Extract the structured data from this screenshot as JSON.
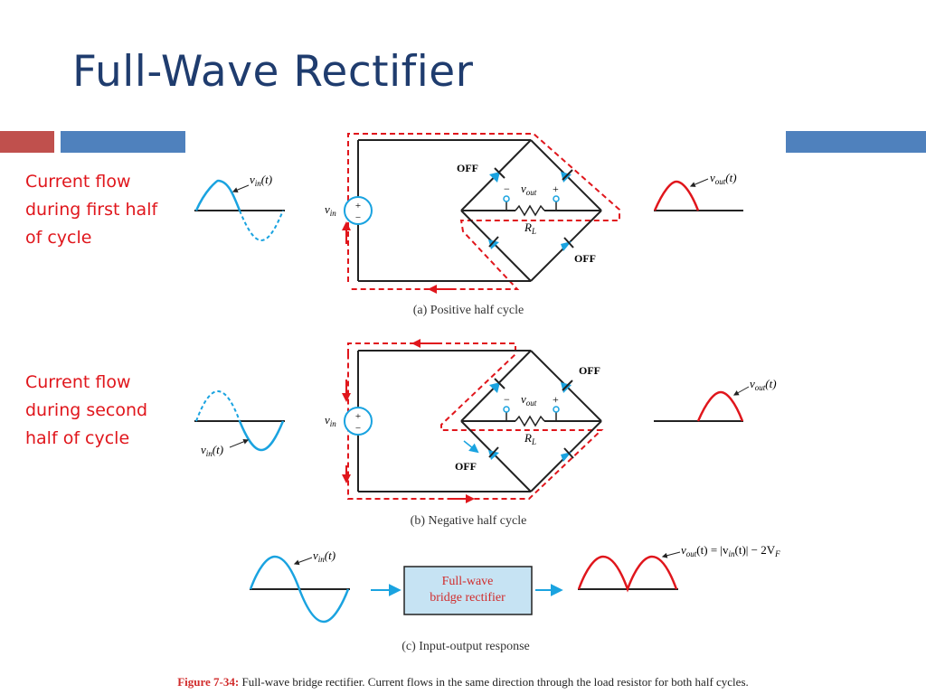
{
  "slide": {
    "title": "Full-Wave Rectifier",
    "colors": {
      "title": "#1f3c6e",
      "bar_red": "#c0504d",
      "bar_blue": "#4f81bd",
      "current": "#e0161c",
      "wave": "#1aa3e0"
    }
  },
  "side_labels": {
    "first_half": "Current flow during first half of cycle",
    "second_half": "Current flow during second half of cycle"
  },
  "circuit_a": {
    "caption": "(a) Positive half cycle",
    "vin_label": "v",
    "vin_sub": "in",
    "plus": "+",
    "minus": "−",
    "off_top": "OFF",
    "off_bottom": "OFF",
    "vout_label": "v",
    "vout_sub": "out",
    "rl_label": "R",
    "rl_sub": "L",
    "wave_in_label": "v",
    "wave_in_sub": "in",
    "wave_in_t": "(t)",
    "wave_out_label": "v",
    "wave_out_sub": "out",
    "wave_out_t": "(t)"
  },
  "circuit_b": {
    "caption": "(b) Negative half cycle",
    "vin_label": "v",
    "vin_sub": "in",
    "plus": "+",
    "minus": "−",
    "off_top": "OFF",
    "off_bottom": "OFF",
    "vout_label": "v",
    "vout_sub": "out",
    "rl_label": "R",
    "rl_sub": "L",
    "wave_in_label": "v",
    "wave_in_sub": "in",
    "wave_in_t": "(t)",
    "wave_out_label": "v",
    "wave_out_sub": "out",
    "wave_out_t": "(t)"
  },
  "response_c": {
    "caption": "(c) Input-output response",
    "block_line1": "Full-wave",
    "block_line2": "bridge rectifier",
    "in_label": "v",
    "in_sub": "in",
    "in_t": "(t)",
    "out_equation_a": "v",
    "out_equation_sub": "out",
    "out_equation_b": "(t) = |v",
    "out_equation_sub2": "in",
    "out_equation_c": "(t)| − 2V",
    "out_equation_sub3": "F"
  },
  "figure_caption": {
    "number": "Figure 7-34:",
    "text": "Full-wave bridge rectifier. Current flows in the same direction through the load resistor for both half cycles."
  }
}
